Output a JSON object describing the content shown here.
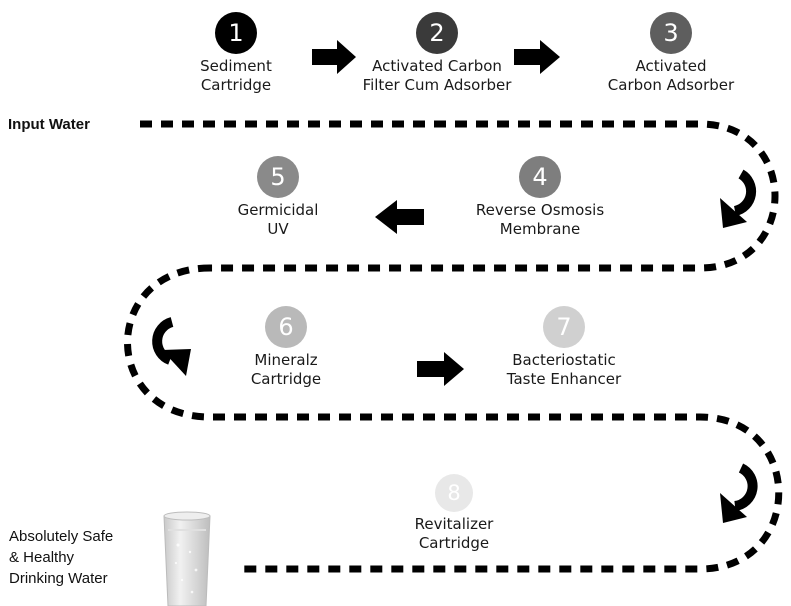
{
  "input_label": "Input Water",
  "output_label_lines": [
    "Absolutely Safe",
    "& Healthy",
    "Drinking Water"
  ],
  "steps": [
    {
      "number": "1",
      "line1": "Sediment",
      "line2": "Cartridge",
      "color": "#000000"
    },
    {
      "number": "2",
      "line1": "Activated Carbon",
      "line2": "Filter Cum Adsorber",
      "color": "#3a3a3a"
    },
    {
      "number": "3",
      "line1": "Activated",
      "line2": "Carbon Adsorber",
      "color": "#5e5e5e"
    },
    {
      "number": "4",
      "line1": "Reverse Osmosis",
      "line2": "Membrane",
      "color": "#7e7e7e"
    },
    {
      "number": "5",
      "line1": "Germicidal",
      "line2": "UV",
      "color": "#8a8a8a"
    },
    {
      "number": "6",
      "line1": "Mineralz",
      "line2": "Cartridge",
      "color": "#b9b9b9"
    },
    {
      "number": "7",
      "line1": "Bacteriostatic",
      "line2": "Taste Enhancer",
      "color": "#d0d0d0"
    },
    {
      "number": "8",
      "line1": "Revitalizer",
      "line2": "Cartridge",
      "color": "#e8e8e8"
    }
  ],
  "colors": {
    "path": "#000000",
    "arrow": "#000000",
    "glass": "#d9d9d9"
  },
  "icons": [
    "arrow-right-icon",
    "arrow-left-icon",
    "u-turn-arrow-icon",
    "glass-of-water-icon"
  ]
}
